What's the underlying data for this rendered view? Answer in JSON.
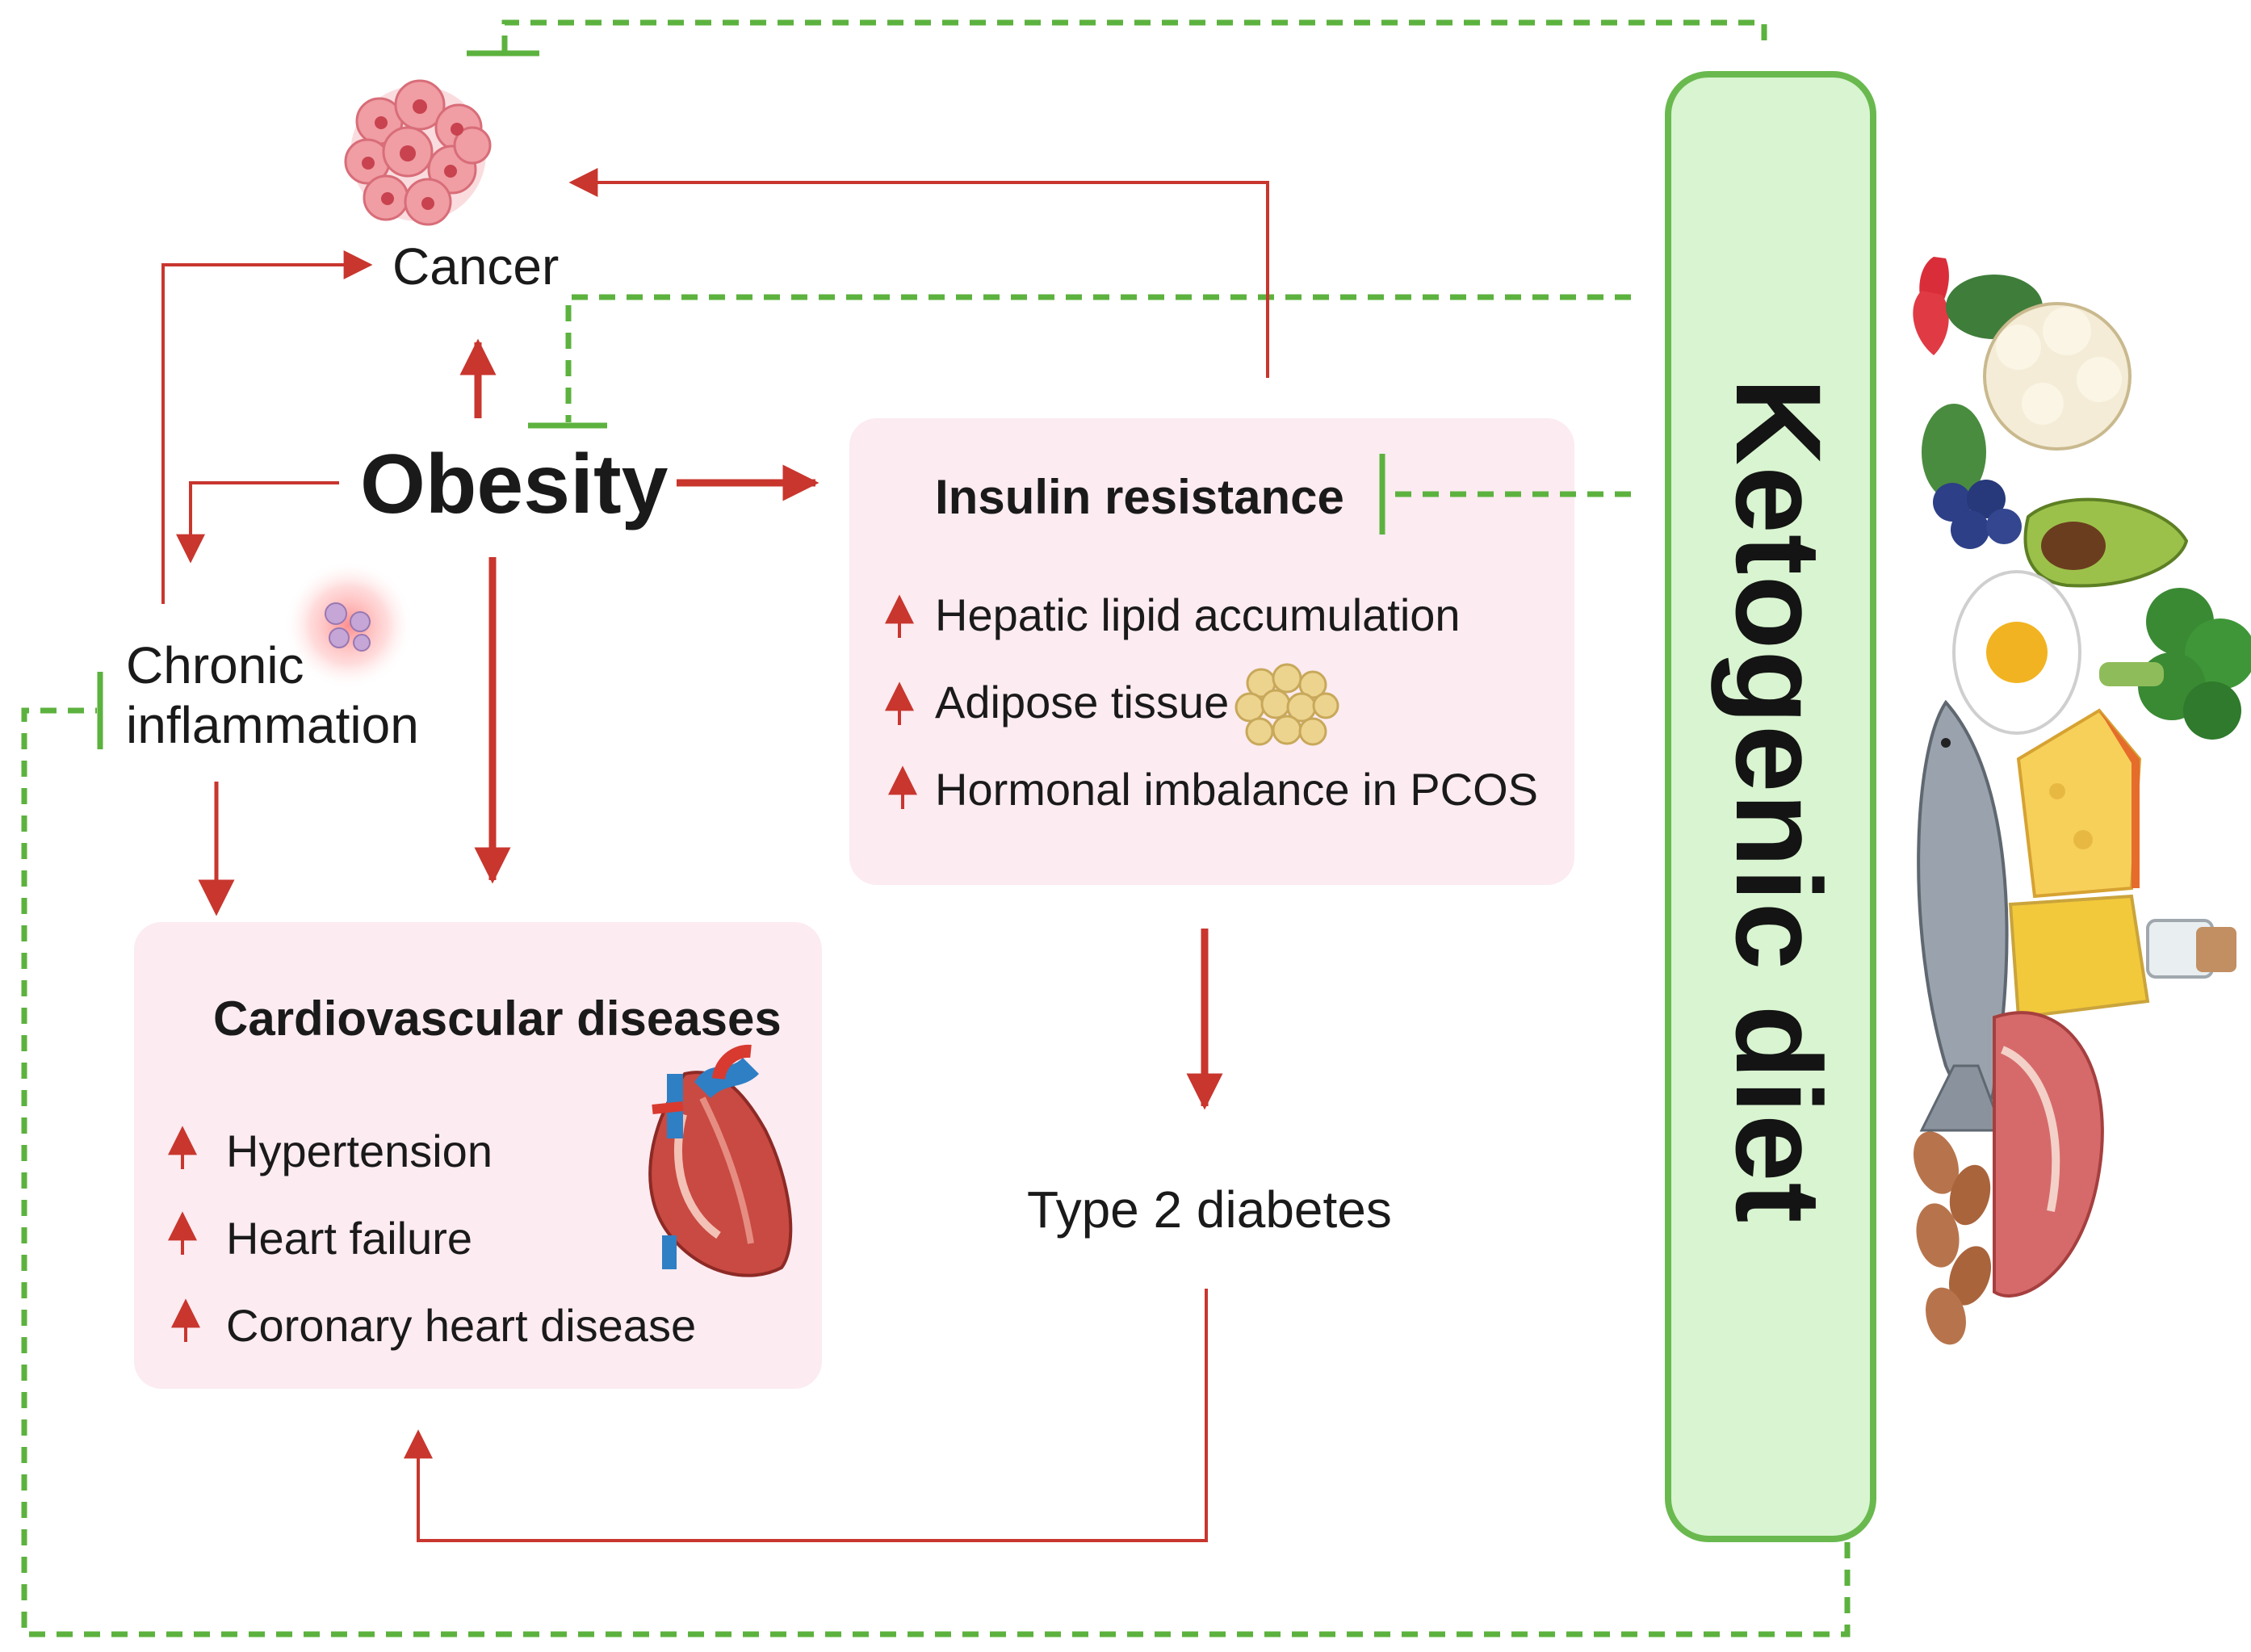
{
  "nodes": {
    "cancer": "Cancer",
    "obesity": "Obesity",
    "chronic_inflammation_line1": "Chronic",
    "chronic_inflammation_line2": "inflammation",
    "type2_diabetes": "Type 2 diabetes"
  },
  "insulin_box": {
    "title": "Insulin resistance",
    "items": [
      "Hepatic lipid accumulation",
      "Adipose tissue",
      "Hormonal imbalance in PCOS"
    ]
  },
  "cardio_box": {
    "title": "Cardiovascular diseases",
    "items": [
      "Hypertension",
      "Heart failure",
      "Coronary heart disease"
    ]
  },
  "keto": {
    "label": "Ketogenic diet"
  },
  "colors": {
    "promote": "#c8362e",
    "inhibit": "#5cb23e",
    "box_fill": "#fcebf1",
    "keto_fill": "#d8f4d0",
    "keto_border": "#6ab94f"
  },
  "icons": [
    "cancer-cell-icon",
    "inflammation-cells-icon",
    "fat-cells-icon",
    "heart-icon",
    "food-collage-icon"
  ]
}
